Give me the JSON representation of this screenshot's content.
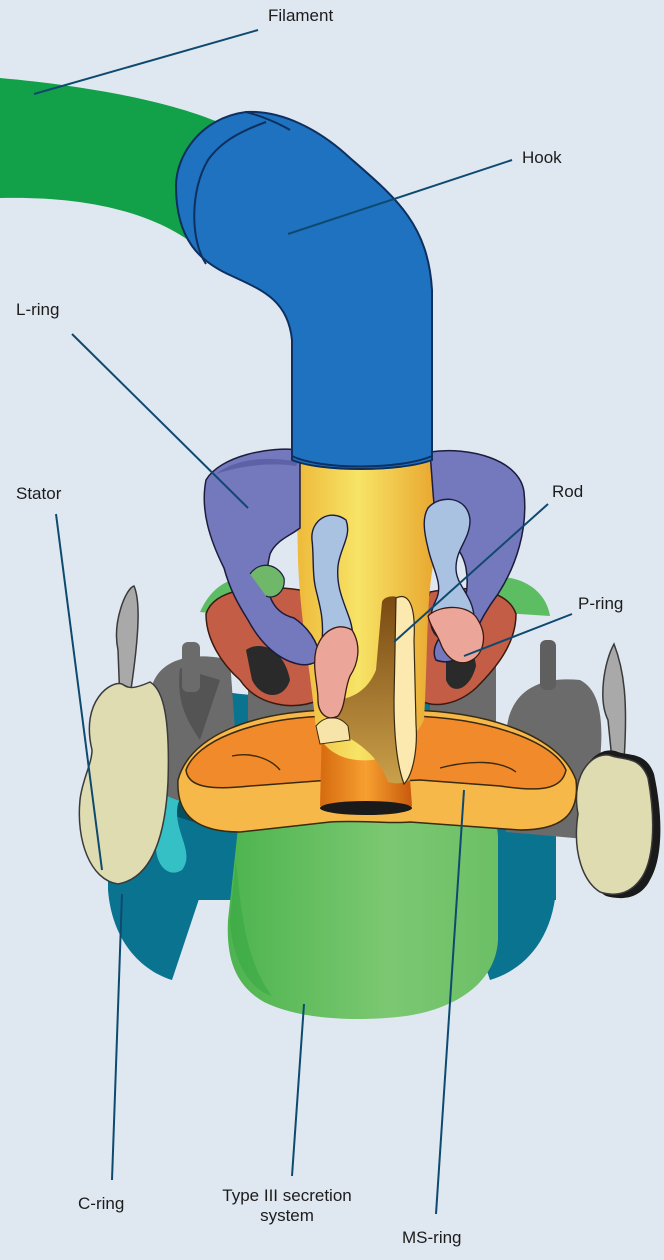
{
  "labels": {
    "filament": "Filament",
    "hook": "Hook",
    "l_ring": "L-ring",
    "rod": "Rod",
    "stator": "Stator",
    "p_ring": "P-ring",
    "c_ring": "C-ring",
    "t3ss_line1": "Type III secretion",
    "t3ss_line2": "system",
    "ms_ring": "MS-ring"
  },
  "colors": {
    "background": "#dfe7f1",
    "filament": "#12a048",
    "hook": "#1f72bf",
    "l_ring": "#7478bd",
    "l_ring_inner": "#a9c2e2",
    "rod": "#f2c24a",
    "p_ring": "#c45d45",
    "p_ring_inner": "#eba699",
    "green_disc": "#5cbd62",
    "stator_body": "#e0dcb2",
    "stator_spike": "#a9a9a9",
    "motor_grey": "#6b6b6b",
    "ms_ring_top": "#f08a2a",
    "ms_ring_bottom": "#f7b84a",
    "c_ring": "#0a7390",
    "c_ring_dark": "#055060",
    "c_ring_light": "#34c0c4",
    "t3ss": "#72c26a",
    "leader_line": "#0e4a70"
  }
}
